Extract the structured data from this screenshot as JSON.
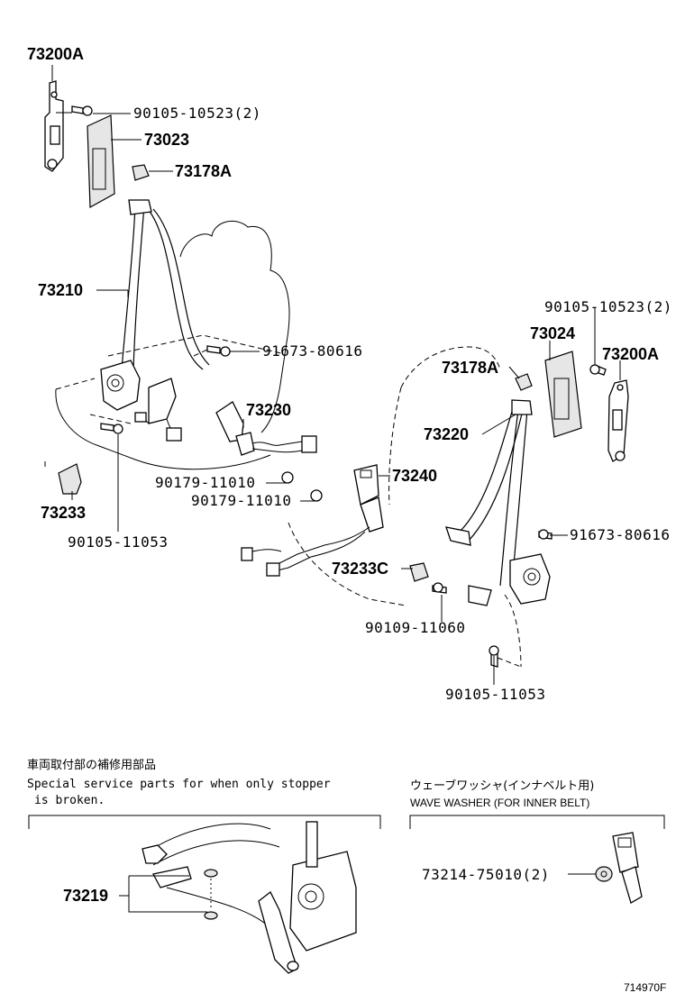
{
  "labels": {
    "p73200A_left": "73200A",
    "p90105_10523_left": "90105-10523(2)",
    "p73023": "73023",
    "p73178A_left": "73178A",
    "p73210": "73210",
    "p91673_80616_left": "91673-80616",
    "p73230": "73230",
    "p90179_11010_a": "90179-11010",
    "p90179_11010_b": "90179-11010",
    "p73233": "73233",
    "p90105_11053_left": "90105-11053",
    "p90105_10523_right": "90105-10523(2)",
    "p73024": "73024",
    "p73178A_right": "73178A",
    "p73200A_right": "73200A",
    "p73220": "73220",
    "p73240": "73240",
    "p91673_80616_right": "91673-80616",
    "p73233C": "73233C",
    "p90109_11060": "90109-11060",
    "p90105_11053_right": "90105-11053"
  },
  "notes": {
    "jp_left": "車両取付部の補修用部品",
    "en_left_line1": "Special service parts for when only stopper",
    "en_left_line2": "is broken.",
    "jp_right": "ウェーブワッシャ(インナベルト用)",
    "en_right": "WAVE WASHER (FOR INNER BELT)",
    "p73219": "73219",
    "p73214": "73214-75010(2)",
    "figure_id": "714970F"
  }
}
